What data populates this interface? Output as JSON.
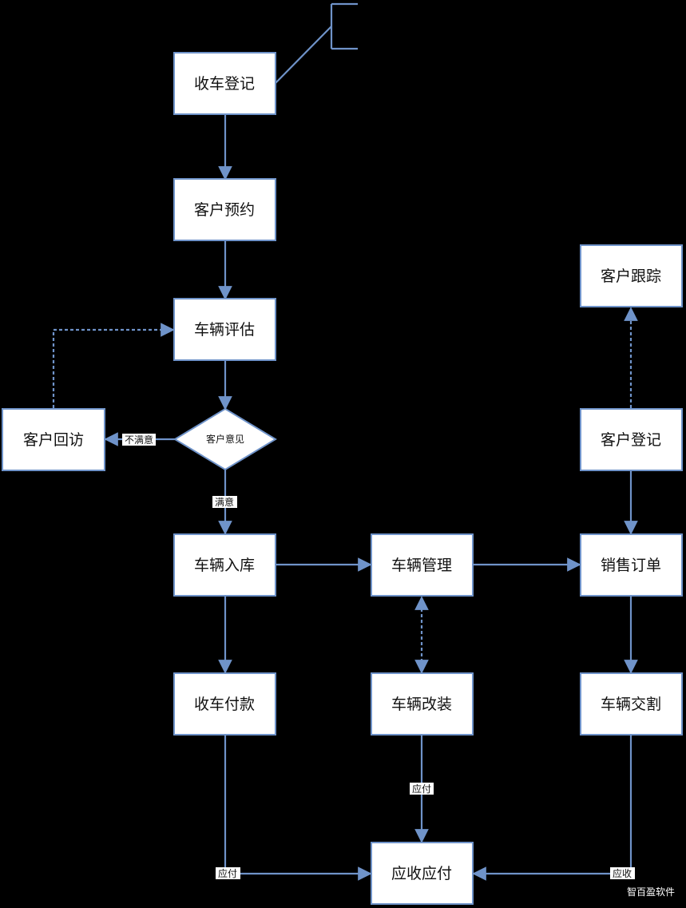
{
  "nodes": {
    "shouche_dengji": "收车登记",
    "kehu_yuyue": "客户预约",
    "cheliang_pinggu": "车辆评估",
    "kehu_yijian": "客户意见",
    "kehu_huifang": "客户回访",
    "cheliang_ruku": "车辆入库",
    "cheliang_guanli": "车辆管理",
    "xiaoshou_dingdan": "销售订单",
    "kehu_genzong": "客户跟踪",
    "kehu_dengji": "客户登记",
    "shouche_fukuan": "收车付款",
    "cheliang_gaizhuang": "车辆改装",
    "cheliang_jiaoge": "车辆交割",
    "yingshou_yingfu": "应收应付"
  },
  "edge_labels": {
    "bumanyi": "不满意",
    "manyi": "满意",
    "yingfu_1": "应付",
    "yingfu_2": "应付",
    "yingshou": "应收"
  },
  "watermark": "智百盈软件",
  "colors": {
    "background": "#000000",
    "line": "#6f93c9",
    "node_fill": "#ffffff",
    "text": "#111111"
  }
}
